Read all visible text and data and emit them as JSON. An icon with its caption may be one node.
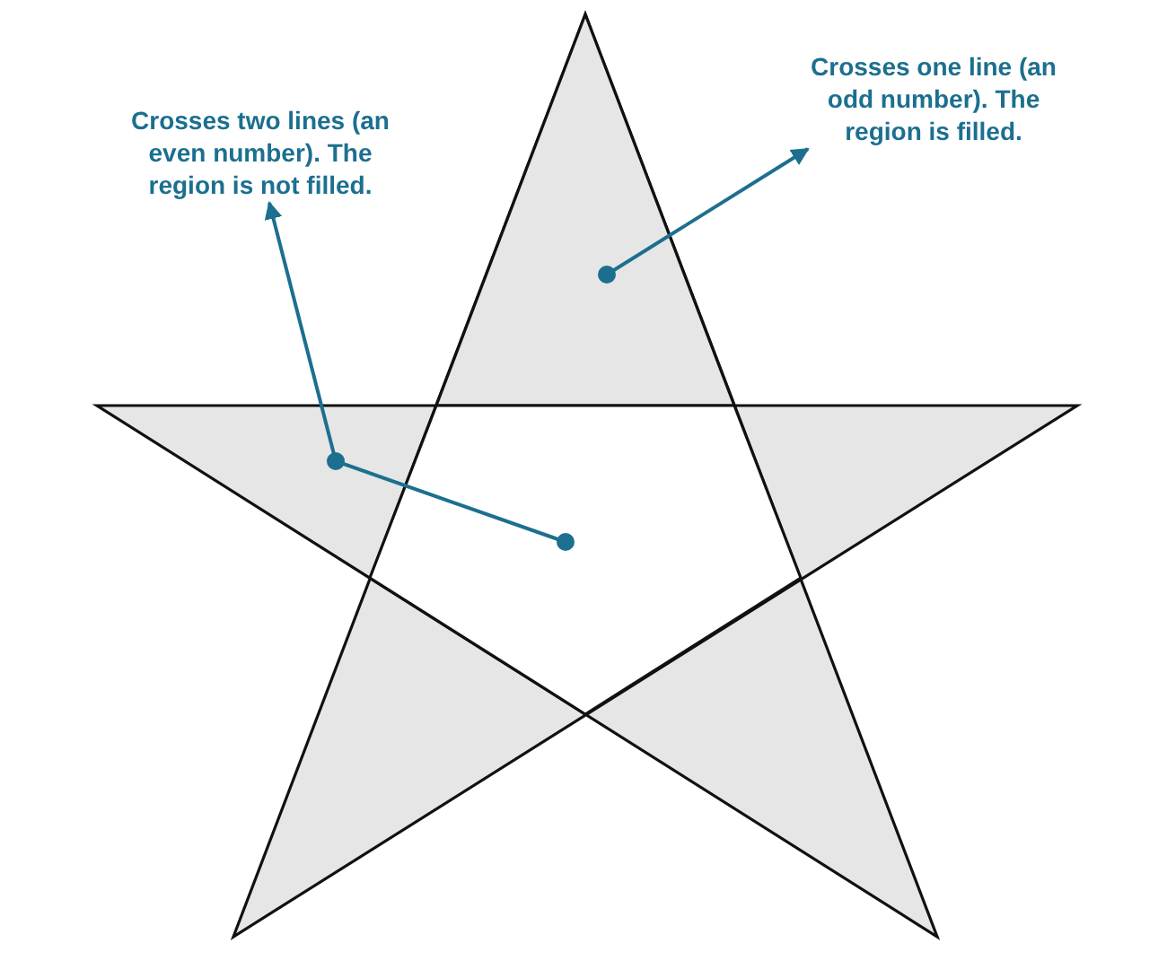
{
  "diagram": {
    "nodes": [
      {
        "text": [
          "Crosses two lines (an even number). The region is not filled."
        ]
      },
      {
        "text": [
          "Crosses one line (an odd number). The region is filled."
        ]
      },
      {
        "text": [],
        "shape": "triangle"
      },
      {
        "text": [],
        "shape": "pentagon"
      }
    ],
    "edges": [
      {
        "from": 3,
        "to": 0,
        "arrow": "to"
      },
      {
        "from": 2,
        "to": 1,
        "arrow": "to"
      }
    ]
  }
}
